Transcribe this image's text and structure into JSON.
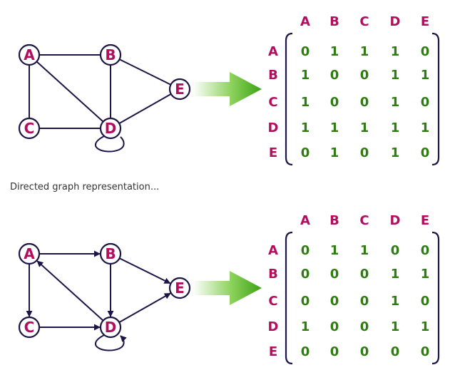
{
  "colors": {
    "node_stroke": "#1c1545",
    "label": "#b30d5e",
    "value": "#2f7d12",
    "bracket": "#1c1545",
    "arrow_dark": "#3ca313",
    "arrow_light": "#ffffff"
  },
  "caption": "Directed graph representation...",
  "diagrams": [
    {
      "kind": "undirected",
      "nodes": [
        "A",
        "B",
        "C",
        "D",
        "E"
      ],
      "edges": [
        [
          "A",
          "B"
        ],
        [
          "A",
          "C"
        ],
        [
          "A",
          "D"
        ],
        [
          "B",
          "D"
        ],
        [
          "B",
          "E"
        ],
        [
          "C",
          "D"
        ],
        [
          "D",
          "E"
        ],
        [
          "D",
          "D"
        ]
      ],
      "matrix": {
        "columns": [
          "A",
          "B",
          "C",
          "D",
          "E"
        ],
        "rows": [
          "A",
          "B",
          "C",
          "D",
          "E"
        ],
        "values": [
          [
            "0",
            "1",
            "1",
            "1",
            "0"
          ],
          [
            "1",
            "0",
            "0",
            "1",
            "1"
          ],
          [
            "1",
            "0",
            "0",
            "1",
            "0"
          ],
          [
            "1",
            "1",
            "1",
            "1",
            "1"
          ],
          [
            "0",
            "1",
            "0",
            "1",
            "0"
          ]
        ]
      }
    },
    {
      "kind": "directed",
      "nodes": [
        "A",
        "B",
        "C",
        "D",
        "E"
      ],
      "edges": [
        [
          "A",
          "B"
        ],
        [
          "A",
          "C"
        ],
        [
          "B",
          "D"
        ],
        [
          "B",
          "E"
        ],
        [
          "C",
          "D"
        ],
        [
          "D",
          "A"
        ],
        [
          "D",
          "E"
        ],
        [
          "D",
          "D"
        ]
      ],
      "matrix": {
        "columns": [
          "A",
          "B",
          "C",
          "D",
          "E"
        ],
        "rows": [
          "A",
          "B",
          "C",
          "D",
          "E"
        ],
        "values": [
          [
            "0",
            "1",
            "1",
            "0",
            "0"
          ],
          [
            "0",
            "0",
            "0",
            "1",
            "1"
          ],
          [
            "0",
            "0",
            "0",
            "1",
            "0"
          ],
          [
            "1",
            "0",
            "0",
            "1",
            "1"
          ],
          [
            "0",
            "0",
            "0",
            "0",
            "0"
          ]
        ]
      }
    }
  ]
}
